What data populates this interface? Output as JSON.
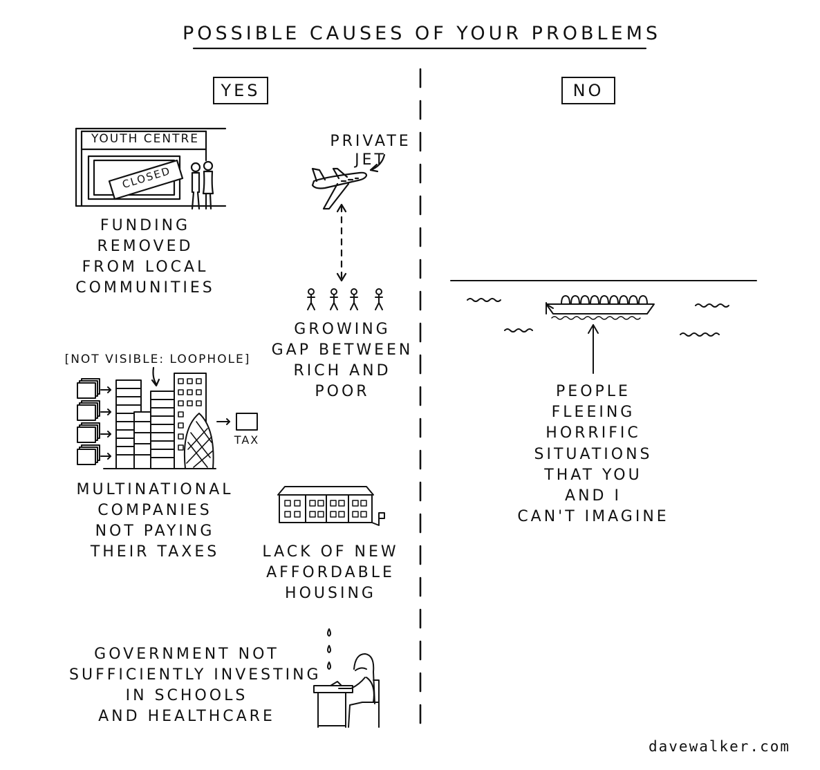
{
  "title": "POSSIBLE CAUSES OF YOUR PROBLEMS",
  "columns": {
    "yes": "YES",
    "no": "NO"
  },
  "youth_centre": {
    "sign": "YOUTH CENTRE",
    "closed": "CLOSED"
  },
  "jet": {
    "label_line1": "PRIVATE",
    "label_line2": "JET"
  },
  "causes": {
    "funding": [
      "FUNDING",
      "REMOVED",
      "FROM LOCAL",
      "COMMUNITIES"
    ],
    "gap": [
      "GROWING",
      "GAP BETWEEN",
      "RICH AND",
      "POOR"
    ],
    "loophole": "[NOT VISIBLE: LOOPHOLE]",
    "tax": "TAX",
    "multinational": [
      "MULTINATIONAL",
      "COMPANIES",
      "NOT PAYING",
      "THEIR TAXES"
    ],
    "housing": [
      "LACK OF NEW",
      "AFFORDABLE",
      "HOUSING"
    ],
    "government": [
      "GOVERNMENT NOT",
      "SUFFICIENTLY INVESTING",
      "IN SCHOOLS",
      "AND HEALTHCARE"
    ]
  },
  "no_side": [
    "PEOPLE",
    "FLEEING",
    "HORRIFIC",
    "SITUATIONS",
    "THAT YOU",
    "AND I",
    "CAN'T IMAGINE"
  ],
  "credit": "davewalker.com"
}
